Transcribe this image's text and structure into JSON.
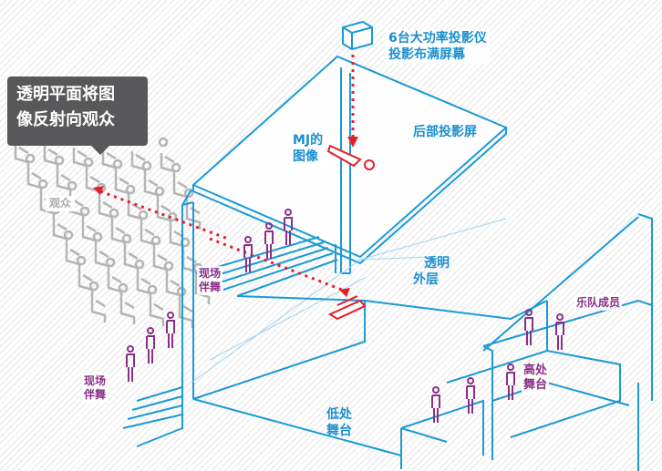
{
  "callout": {
    "line1": "透明平面将图",
    "line2": "像反射向观众"
  },
  "labels": {
    "audience": "观众",
    "projector_line1": "6台大功率投影仪",
    "projector_line2": "投影布满屏幕",
    "mj_line1": "MJ的",
    "mj_line2": "图像",
    "rear_screen": "后部投影屏",
    "transparent_line1": "透明",
    "transparent_line2": "外层",
    "dancers_upper_line1": "现场",
    "dancers_upper_line2": "伴舞",
    "dancers_lower_line1": "现场",
    "dancers_lower_line2": "伴舞",
    "band": "乐队成员",
    "high_stage_line1": "高处",
    "high_stage_line2": "舞台",
    "low_stage_line1": "低处",
    "low_stage_line2": "舞台"
  },
  "colors": {
    "structure": "#1a9ad6",
    "dancer": "#8b2f86",
    "ray": "#e3202a",
    "audience": "#b5b5b5",
    "callout": "#58585a"
  }
}
